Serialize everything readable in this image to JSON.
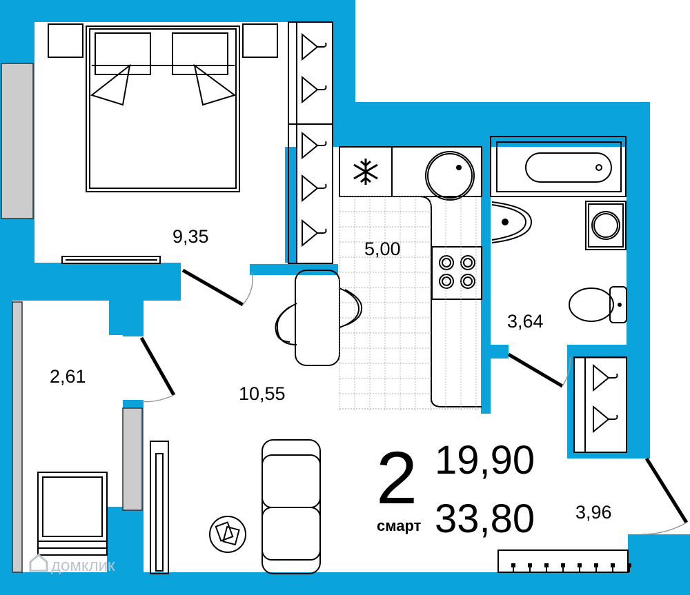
{
  "colors": {
    "wall": "#0aa3dc",
    "furniture_line": "#000000",
    "window_fill": "#cccccc",
    "watermark": "#b9c4cc"
  },
  "rooms": {
    "bedroom_area": "9,35",
    "kitchen_area": "5,00",
    "bathroom_area": "3,64",
    "hallway_area": "2,61",
    "living_area": "10,55",
    "balcony_area": "3,96"
  },
  "summary": {
    "room_count": "2",
    "apartment_type": "смарт",
    "living_total": "19,90",
    "total_area": "33,80"
  },
  "watermark": {
    "text": "домклик"
  },
  "icons": [
    "snowflake-icon",
    "hanger-icon",
    "bed-icon",
    "sofa-icon",
    "stove-icon",
    "sink-icon",
    "toilet-icon",
    "bathtub-icon",
    "washing-machine-icon",
    "door-icon",
    "window-icon",
    "radiator-icon",
    "house-logo-icon"
  ]
}
